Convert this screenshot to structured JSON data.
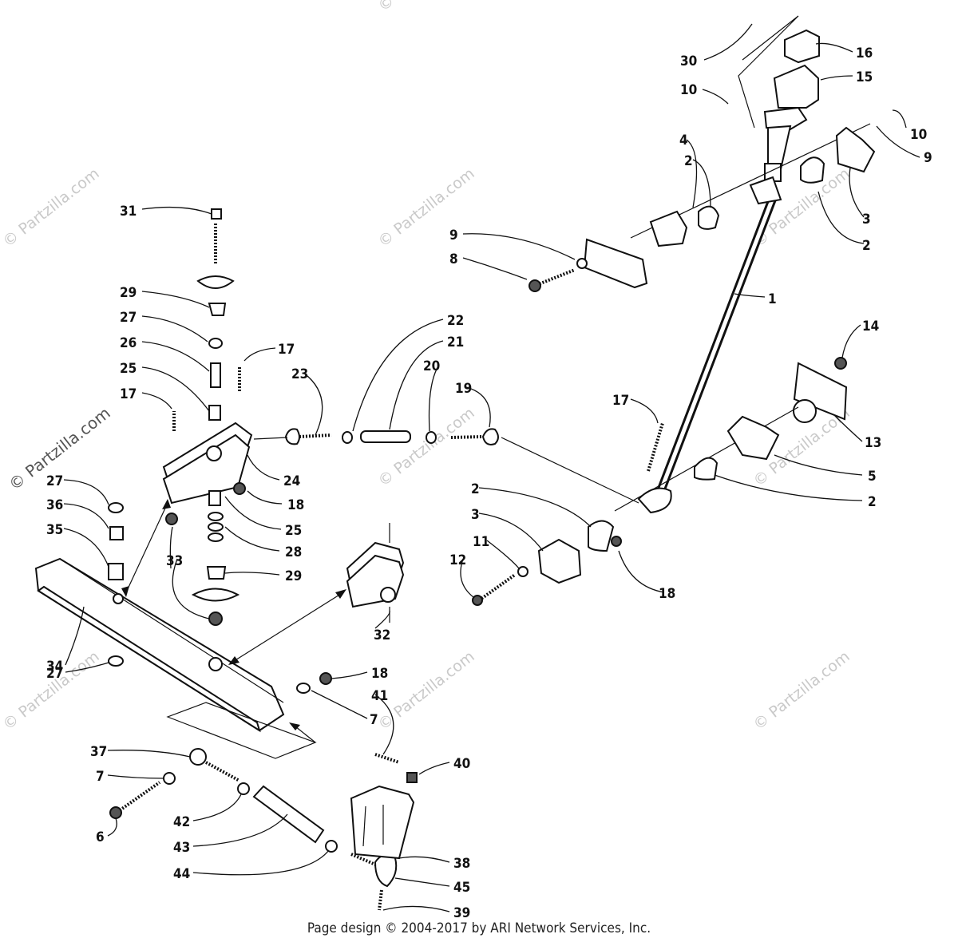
{
  "watermarks": [
    {
      "text": "© Partzilla.com"
    },
    {
      "text": "© Partzilla.com"
    },
    {
      "text": "© Partzilla.com"
    },
    {
      "text": "© Partzilla.com"
    },
    {
      "text": "© Partzilla.com"
    },
    {
      "text": "© Partzilla.com"
    },
    {
      "text": "© Partzilla.com"
    },
    {
      "text": "© Partzilla.com"
    },
    {
      "text": "© Partzilla.com"
    },
    {
      "text": "© Partzilla.com"
    }
  ],
  "callouts": [
    {
      "num": "30"
    },
    {
      "num": "16"
    },
    {
      "num": "15"
    },
    {
      "num": "10"
    },
    {
      "num": "10"
    },
    {
      "num": "9"
    },
    {
      "num": "4"
    },
    {
      "num": "2"
    },
    {
      "num": "3"
    },
    {
      "num": "2"
    },
    {
      "num": "9"
    },
    {
      "num": "8"
    },
    {
      "num": "1"
    },
    {
      "num": "31"
    },
    {
      "num": "29"
    },
    {
      "num": "27"
    },
    {
      "num": "26"
    },
    {
      "num": "17"
    },
    {
      "num": "25"
    },
    {
      "num": "17"
    },
    {
      "num": "22"
    },
    {
      "num": "21"
    },
    {
      "num": "20"
    },
    {
      "num": "19"
    },
    {
      "num": "23"
    },
    {
      "num": "14"
    },
    {
      "num": "13"
    },
    {
      "num": "17"
    },
    {
      "num": "5"
    },
    {
      "num": "2"
    },
    {
      "num": "24"
    },
    {
      "num": "18"
    },
    {
      "num": "27"
    },
    {
      "num": "36"
    },
    {
      "num": "35"
    },
    {
      "num": "25"
    },
    {
      "num": "28"
    },
    {
      "num": "29"
    },
    {
      "num": "33"
    },
    {
      "num": "2"
    },
    {
      "num": "3"
    },
    {
      "num": "11"
    },
    {
      "num": "12"
    },
    {
      "num": "18"
    },
    {
      "num": "32"
    },
    {
      "num": "34"
    },
    {
      "num": "27"
    },
    {
      "num": "18"
    },
    {
      "num": "41"
    },
    {
      "num": "7"
    },
    {
      "num": "37"
    },
    {
      "num": "7"
    },
    {
      "num": "40"
    },
    {
      "num": "6"
    },
    {
      "num": "42"
    },
    {
      "num": "43"
    },
    {
      "num": "38"
    },
    {
      "num": "44"
    },
    {
      "num": "45"
    },
    {
      "num": "39"
    }
  ],
  "footer": "Page design © 2004-2017 by ARI Network Services, Inc."
}
